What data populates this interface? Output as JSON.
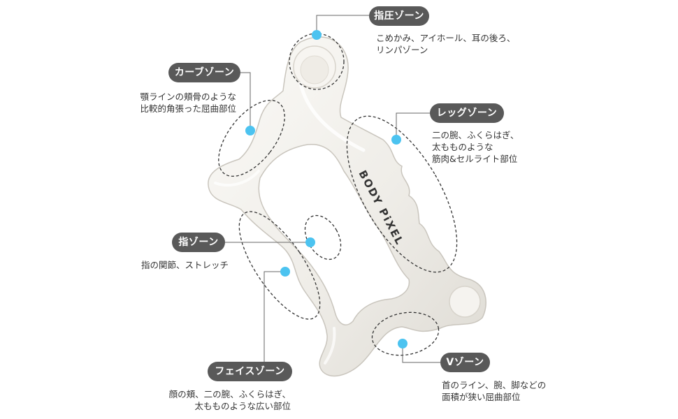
{
  "product": {
    "brand_text": "BODY PiXEL"
  },
  "colors": {
    "label_bg": "#595959",
    "label_text": "#ffffff",
    "marker": "#4cc3f0",
    "leader_line": "#666666",
    "zone_outline": "#333333",
    "tool_body": "#f2f0ec"
  },
  "zones": [
    {
      "id": "finger-pressure",
      "label": "指圧ゾーン",
      "description": [
        "こめかみ、アイホール、耳の後ろ、",
        "リンパゾーン"
      ]
    },
    {
      "id": "curve",
      "label": "カーブゾーン",
      "description": [
        "顎ラインの頬骨のような",
        "比較的角張った屈曲部位"
      ]
    },
    {
      "id": "leg",
      "label": "レッグゾーン",
      "description": [
        "二の腕、ふくらはぎ、",
        "太もものような",
        "筋肉&セルライト部位"
      ]
    },
    {
      "id": "finger",
      "label": "指ゾーン",
      "description": [
        "指の関節、ストレッチ"
      ]
    },
    {
      "id": "face",
      "label": "フェイスゾーン",
      "description": [
        "顔の頬、二の腕、ふくらはぎ、",
        "太もものような広い部位"
      ]
    },
    {
      "id": "v",
      "label": "Vゾーン",
      "description": [
        "首のライン、腕、脚などの",
        "面積が狭い屈曲部位"
      ]
    }
  ]
}
